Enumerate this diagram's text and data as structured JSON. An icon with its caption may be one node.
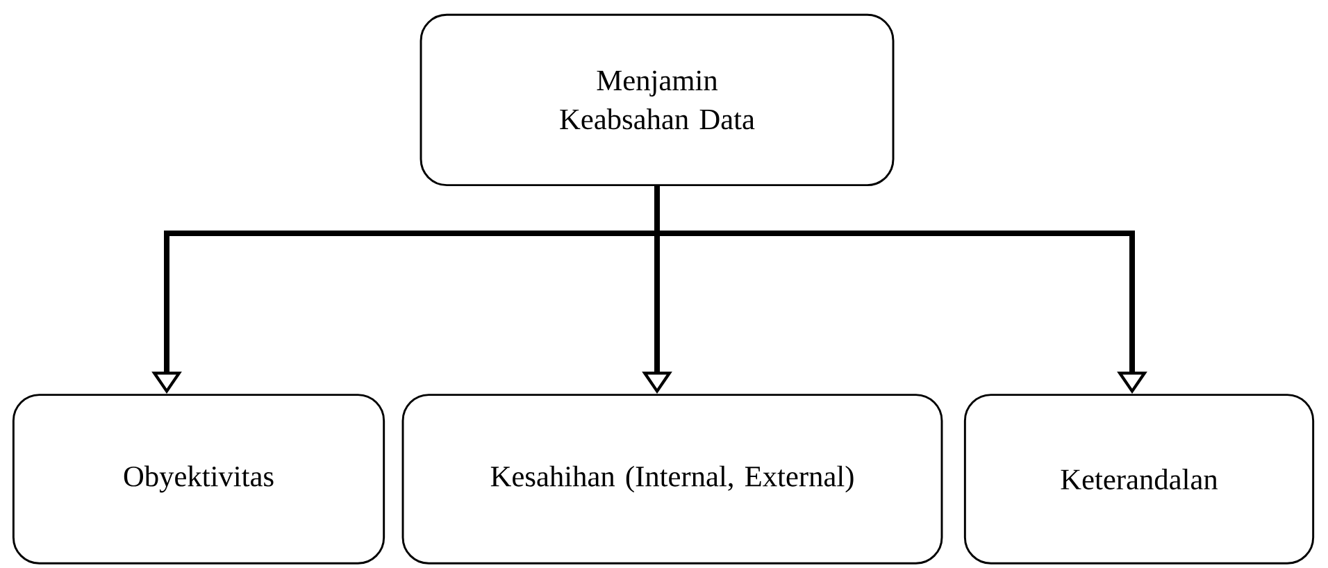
{
  "diagram": {
    "nodes": [
      {
        "text": [
          "Menjamin Keabsahan Data"
        ]
      },
      {
        "text": [
          "Obyektivitas"
        ]
      },
      {
        "text": [
          "Kesahihan (Internal, External)"
        ]
      },
      {
        "text": [
          "Keterandalan"
        ]
      }
    ],
    "edges": [
      {
        "from": 0,
        "to": 1,
        "arrow": "to"
      },
      {
        "from": 0,
        "to": 2,
        "arrow": "to"
      },
      {
        "from": 0,
        "to": 3,
        "arrow": "to"
      }
    ]
  }
}
